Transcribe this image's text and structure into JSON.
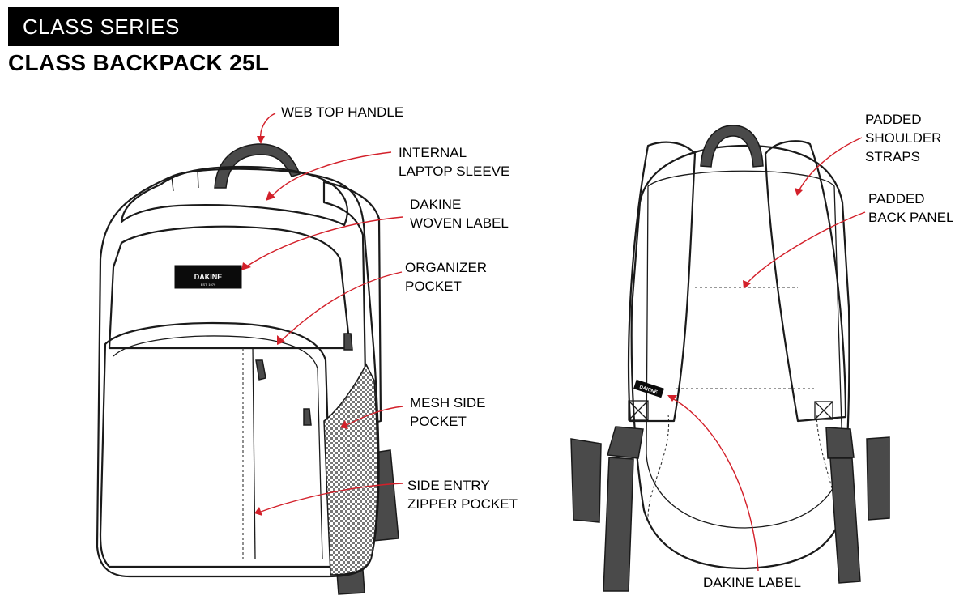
{
  "header": {
    "series": "CLASS SERIES",
    "product": "CLASS BACKPACK 25L"
  },
  "colors": {
    "callout_arrow": "#d3202a",
    "webbing": "#4a4a4a",
    "header_bar": "#000000"
  },
  "logo": {
    "patch_text": "DAKINE",
    "patch_subtext": "EST. 1979",
    "back_label_text": "DAKINE"
  },
  "callouts": {
    "web_top_handle": [
      "WEB TOP HANDLE"
    ],
    "internal_laptop_sleeve": [
      "INTERNAL",
      "LAPTOP SLEEVE"
    ],
    "dakine_woven_label": [
      "DAKINE",
      "WOVEN LABEL"
    ],
    "organizer_pocket": [
      "ORGANIZER",
      "POCKET"
    ],
    "mesh_side_pocket": [
      "MESH SIDE",
      "POCKET"
    ],
    "side_entry_zipper_pocket": [
      "SIDE ENTRY",
      "ZIPPER POCKET"
    ],
    "padded_shoulder_straps": [
      "PADDED",
      "SHOULDER",
      "STRAPS"
    ],
    "padded_back_panel": [
      "PADDED",
      "BACK PANEL"
    ],
    "dakine_label": [
      "DAKINE LABEL"
    ]
  }
}
